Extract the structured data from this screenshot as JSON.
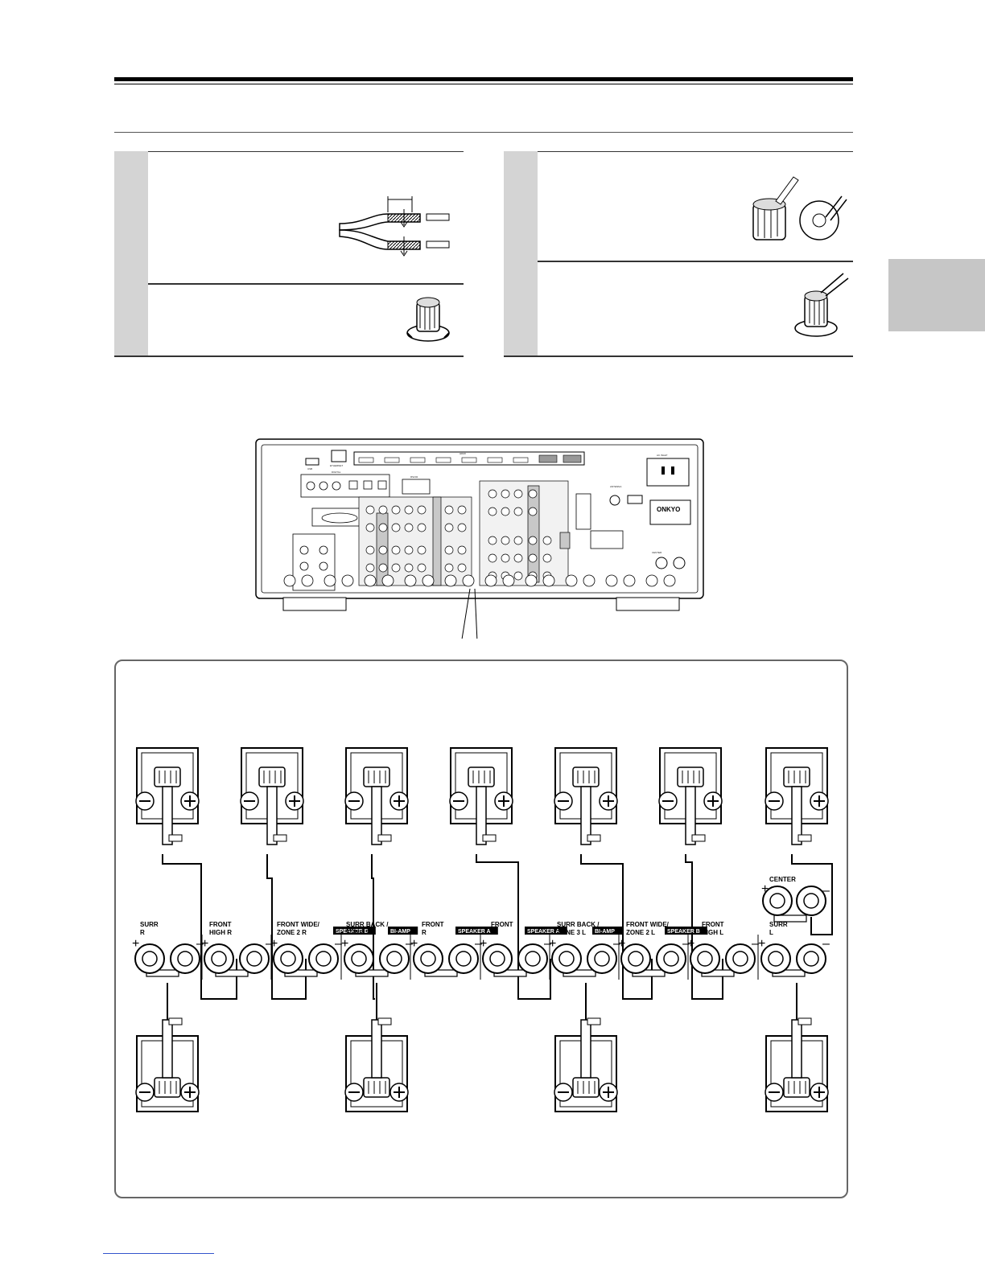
{
  "colors": {
    "rule": "#000000",
    "step_band": "#d4d4d4",
    "side_tab": "#c6c6c6",
    "link": "#3355cc"
  },
  "icons": [
    "wire-strip-icon",
    "terminal-tighten-icon",
    "terminal-insert-icon",
    "terminal-screw-icon",
    "av-receiver-rear-panel",
    "speaker-icon"
  ],
  "receiver_panel": {
    "brand": "ONKYO",
    "hdmi_label": "HDMI",
    "usb_label": "USB",
    "ethernet_label": "ETHERNET",
    "digital_label": "DIGITAL",
    "antenna_label": "ANTENNA",
    "ac_inlet_label": "AC INLET",
    "rs232_label": "RS232",
    "center_label": "CENTER"
  },
  "terminals": {
    "center": {
      "name": "CENTER",
      "plus": "+",
      "minus": "–"
    },
    "groups": [
      {
        "line1": "SURR",
        "line2": "R",
        "kind": "text"
      },
      {
        "line1": "FRONT",
        "line2": "HIGH R",
        "kind": "text"
      },
      {
        "line1": "FRONT WIDE/",
        "line2": "ZONE 2 R",
        "kind": "text"
      },
      {
        "line1": "SPEAKER B",
        "line2": "",
        "kind": "badge"
      },
      {
        "line1": "SURR BACK /",
        "line2": "ZONE 3 R",
        "kind": "text"
      },
      {
        "line1": "BI-AMP",
        "line2": "",
        "kind": "badge"
      },
      {
        "line1": "FRONT",
        "line2": "R",
        "kind": "text"
      },
      {
        "line1": "SPEAKER A",
        "line2": "",
        "kind": "badge"
      },
      {
        "line1": "FRONT",
        "line2": "L",
        "kind": "text"
      },
      {
        "line1": "SPEAKER A",
        "line2": "",
        "kind": "badge"
      },
      {
        "line1": "SURR BACK /",
        "line2": "ZONE 3 L",
        "kind": "text"
      },
      {
        "line1": "BI-AMP",
        "line2": "",
        "kind": "badge"
      },
      {
        "line1": "FRONT WIDE/",
        "line2": "ZONE 2 L",
        "kind": "text"
      },
      {
        "line1": "SPEAKER B",
        "line2": "",
        "kind": "badge"
      },
      {
        "line1": "FRONT",
        "line2": "HIGH L",
        "kind": "text"
      },
      {
        "line1": "SURR",
        "line2": "L",
        "kind": "text"
      }
    ],
    "plus": "+",
    "minus": "–"
  },
  "speaker_signs": {
    "minus": "–",
    "plus": "+"
  }
}
